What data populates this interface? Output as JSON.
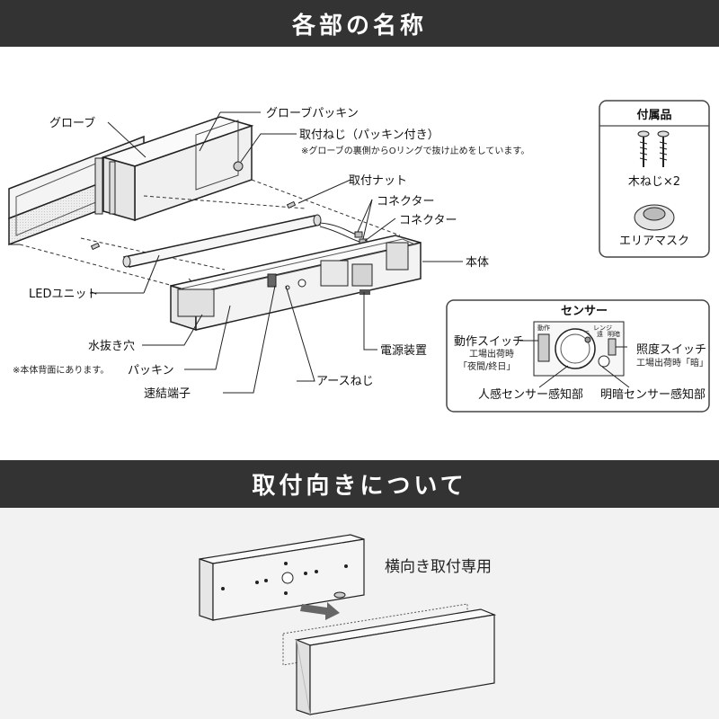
{
  "section1": {
    "title": "各部の名称"
  },
  "section2": {
    "title": "取付向きについて"
  },
  "labels": {
    "globe": "グローブ",
    "globe_packing": "グローブパッキン",
    "mount_screw": "取付ねじ（パッキン付き）",
    "mount_screw_note": "※グローブの裏側からOリングで抜け止めをしています。",
    "mount_nut": "取付ナット",
    "connector1": "コネクター",
    "connector2": "コネクター",
    "body": "本体",
    "led_unit": "LEDユニット",
    "drain_hole": "水抜き穴",
    "packing_note": "※本体背面にあります。",
    "packing": "パッキン",
    "quick_terminal": "速結端子",
    "earth_screw": "アースねじ",
    "power_unit": "電源装置"
  },
  "accessories": {
    "title": "付属品",
    "wood_screw": "木ねじ×2",
    "area_mask": "エリアマスク"
  },
  "sensor": {
    "title": "センサー",
    "mode_switch": "動作スイッチ",
    "mode_default_label": "工場出荷時",
    "mode_default_value": "「夜間/終日」",
    "lux_switch": "照度スイッチ",
    "lux_default": "工場出荷時「暗」",
    "motion_area": "人感センサー感知部",
    "light_area": "明暗センサー感知部",
    "panel_top": "レンジ",
    "panel_left": "動作",
    "panel_right": "明暗",
    "panel_near": "近",
    "panel_far": "遠"
  },
  "orientation": {
    "label": "横向き取付専用"
  }
}
